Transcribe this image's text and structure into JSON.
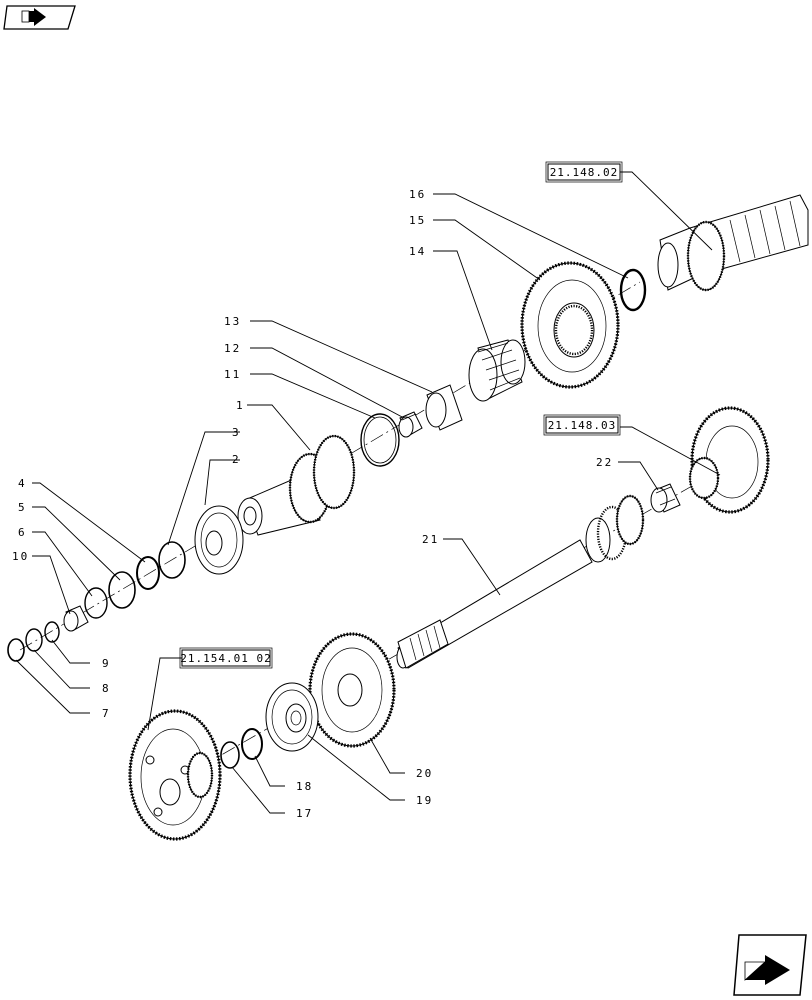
{
  "callouts": [
    "1",
    "2",
    "3",
    "4",
    "5",
    "6",
    "10",
    "9",
    "8",
    "7",
    "11",
    "12",
    "13",
    "14",
    "15",
    "16",
    "21",
    "22",
    "20",
    "19",
    "18",
    "17"
  ],
  "references": [
    "21.148.02",
    "21.148.03",
    "21.154.01 02"
  ],
  "icons": {
    "top_left": "return-arrow-icon",
    "bottom_right": "next-page-arrow-icon"
  }
}
